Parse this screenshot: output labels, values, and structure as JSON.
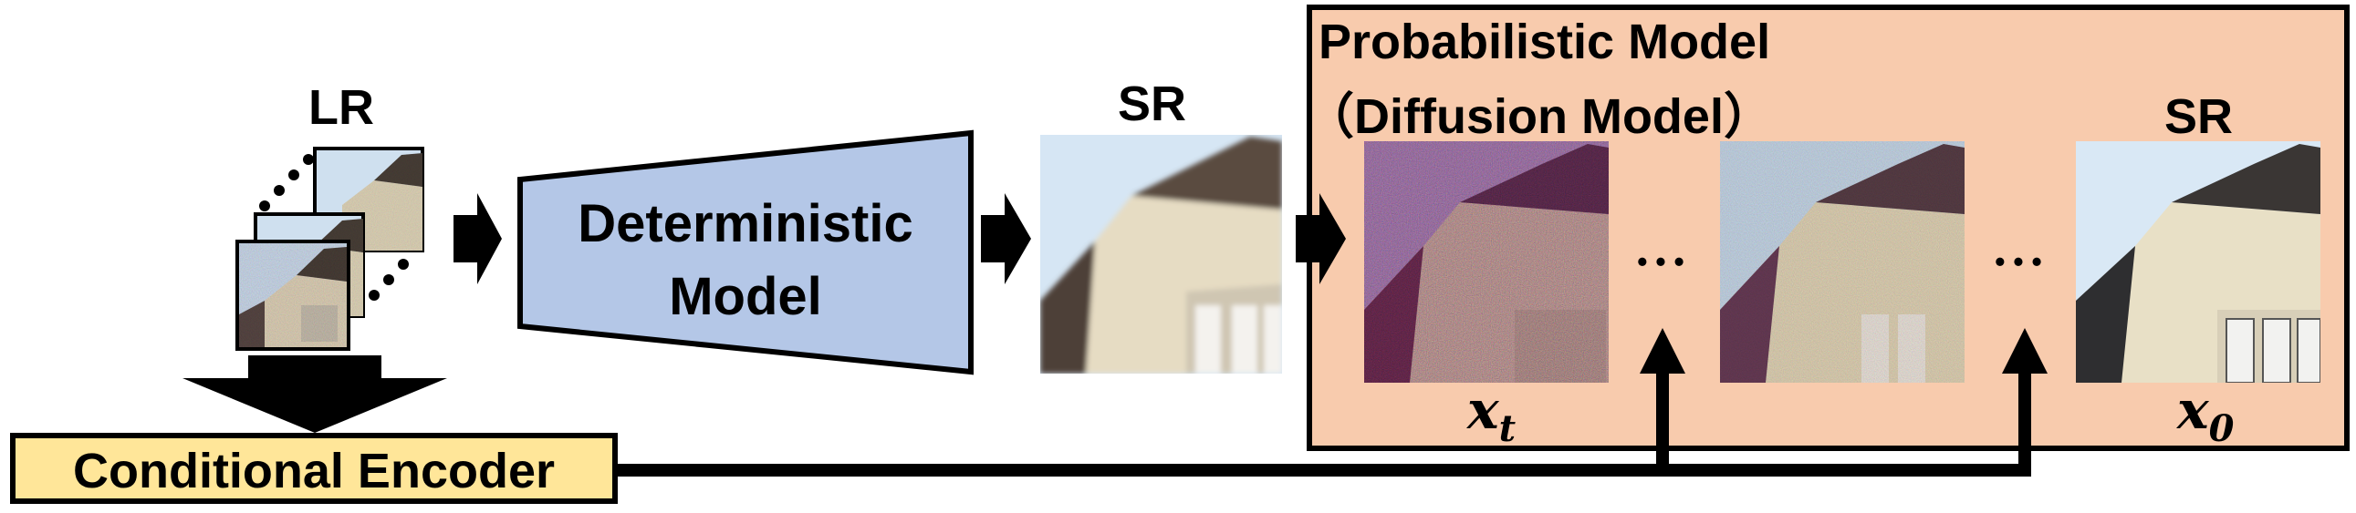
{
  "labels": {
    "lr": "LR",
    "sr_middle": "SR",
    "sr_final": "SR",
    "deterministic_line1": "Deterministic",
    "deterministic_line2": "Model",
    "probabilistic_line1": "Probabilistic Model",
    "probabilistic_line2": "（Diffusion Model）",
    "conditional_encoder": "Conditional Encoder",
    "ellipsis": "• • •",
    "xt_base": "x",
    "xt_sub": "t",
    "x0_base": "x",
    "x0_sub": "0"
  },
  "colors": {
    "deterministic_fill": "#b4c7e7",
    "probabilistic_fill": "#f8cbad",
    "encoder_fill": "#ffe699",
    "sky": "#d6e6f4",
    "building": "#e6dcc3",
    "roof": "#3a3a3a",
    "noise_pink": "#b46e96",
    "noise_mid": "#a8b4c4",
    "stroke": "#000000"
  },
  "images": {
    "lr_stack": "noisy-building-thumbnails",
    "sr_coarse": "blurry-building",
    "x_t": "very-noisy-building",
    "x_mid": "partially-denoised-building",
    "x_0": "clean-building"
  }
}
